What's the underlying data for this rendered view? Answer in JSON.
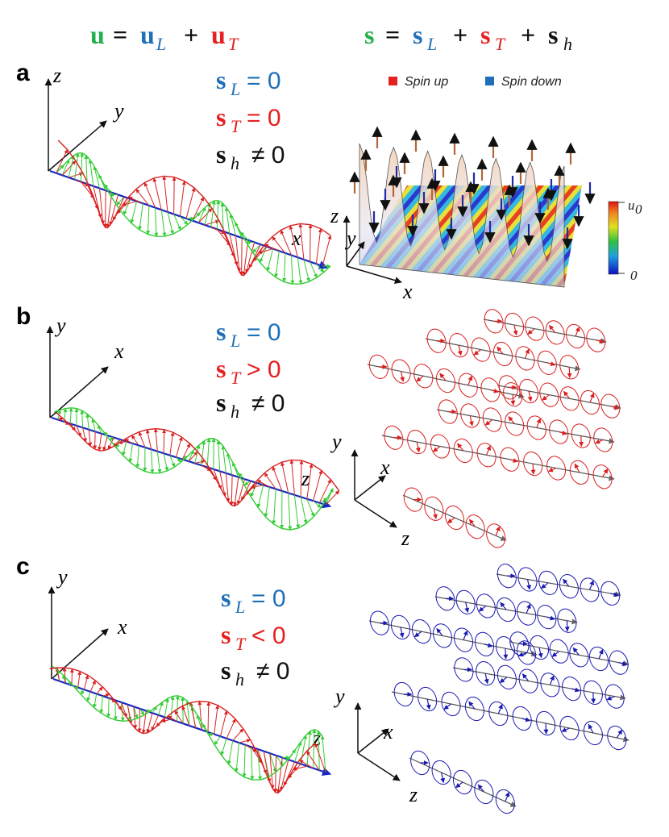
{
  "header": {
    "left": {
      "u": "u",
      "eq": "=",
      "uL": "u",
      "L": "L",
      "plus": "+",
      "uT": "u",
      "T": "T"
    },
    "right": {
      "s": "s",
      "eq": "=",
      "sL": "s",
      "L": "L",
      "plus1": "+",
      "sT": "s",
      "T": "T",
      "plus2": "+",
      "sh": "s",
      "h": "h"
    }
  },
  "panels": [
    {
      "letter": "a",
      "axes_left": {
        "vertical": "z",
        "diagonal": "y",
        "horizontal": "x"
      },
      "equations": [
        {
          "sym": "s",
          "sub": "L",
          "rel": "= 0",
          "color": "blue"
        },
        {
          "sym": "s",
          "sub": "T",
          "rel": "= 0",
          "color": "red"
        },
        {
          "sym": "s",
          "sub": "h",
          "rel": "≠ 0",
          "color": "black"
        }
      ],
      "axes_right": {
        "vertical": "z",
        "diagonal": "y",
        "horizontal": "x"
      },
      "legend": {
        "up": "Spin up",
        "down": "Spin down"
      },
      "colorbar": {
        "max": "u",
        "max_sub": "0",
        "min": "0"
      }
    },
    {
      "letter": "b",
      "axes_left": {
        "vertical": "y",
        "diagonal": "x",
        "horizontal": "z"
      },
      "equations": [
        {
          "sym": "s",
          "sub": "L",
          "rel": "= 0",
          "color": "blue"
        },
        {
          "sym": "s",
          "sub": "T",
          "rel": "> 0",
          "color": "red"
        },
        {
          "sym": "s",
          "sub": "h",
          "rel": "≠ 0",
          "color": "black"
        }
      ],
      "axes_right": {
        "vertical": "y",
        "diagonal": "x",
        "horizontal": "z"
      }
    },
    {
      "letter": "c",
      "axes_left": {
        "vertical": "y",
        "diagonal": "x",
        "horizontal": "z"
      },
      "equations": [
        {
          "sym": "s",
          "sub": "L",
          "rel": "= 0",
          "color": "blue"
        },
        {
          "sym": "s",
          "sub": "T",
          "rel": "< 0",
          "color": "red"
        },
        {
          "sym": "s",
          "sub": "h",
          "rel": "≠ 0",
          "color": "black"
        }
      ],
      "axes_right": {
        "vertical": "y",
        "diagonal": "x",
        "horizontal": "z"
      }
    }
  ],
  "colors": {
    "green": "#22b04a",
    "blue": "#1f6fb8",
    "red": "#e52020",
    "black": "#111111",
    "helix_red": "#d82020",
    "helix_blue": "#1a1ab0",
    "wave_green": "#33cc33",
    "wave_red": "#d92020",
    "axis_blue": "#1428c8",
    "spin_up": "#b3663a",
    "spin_down": "#1f2aa8"
  }
}
